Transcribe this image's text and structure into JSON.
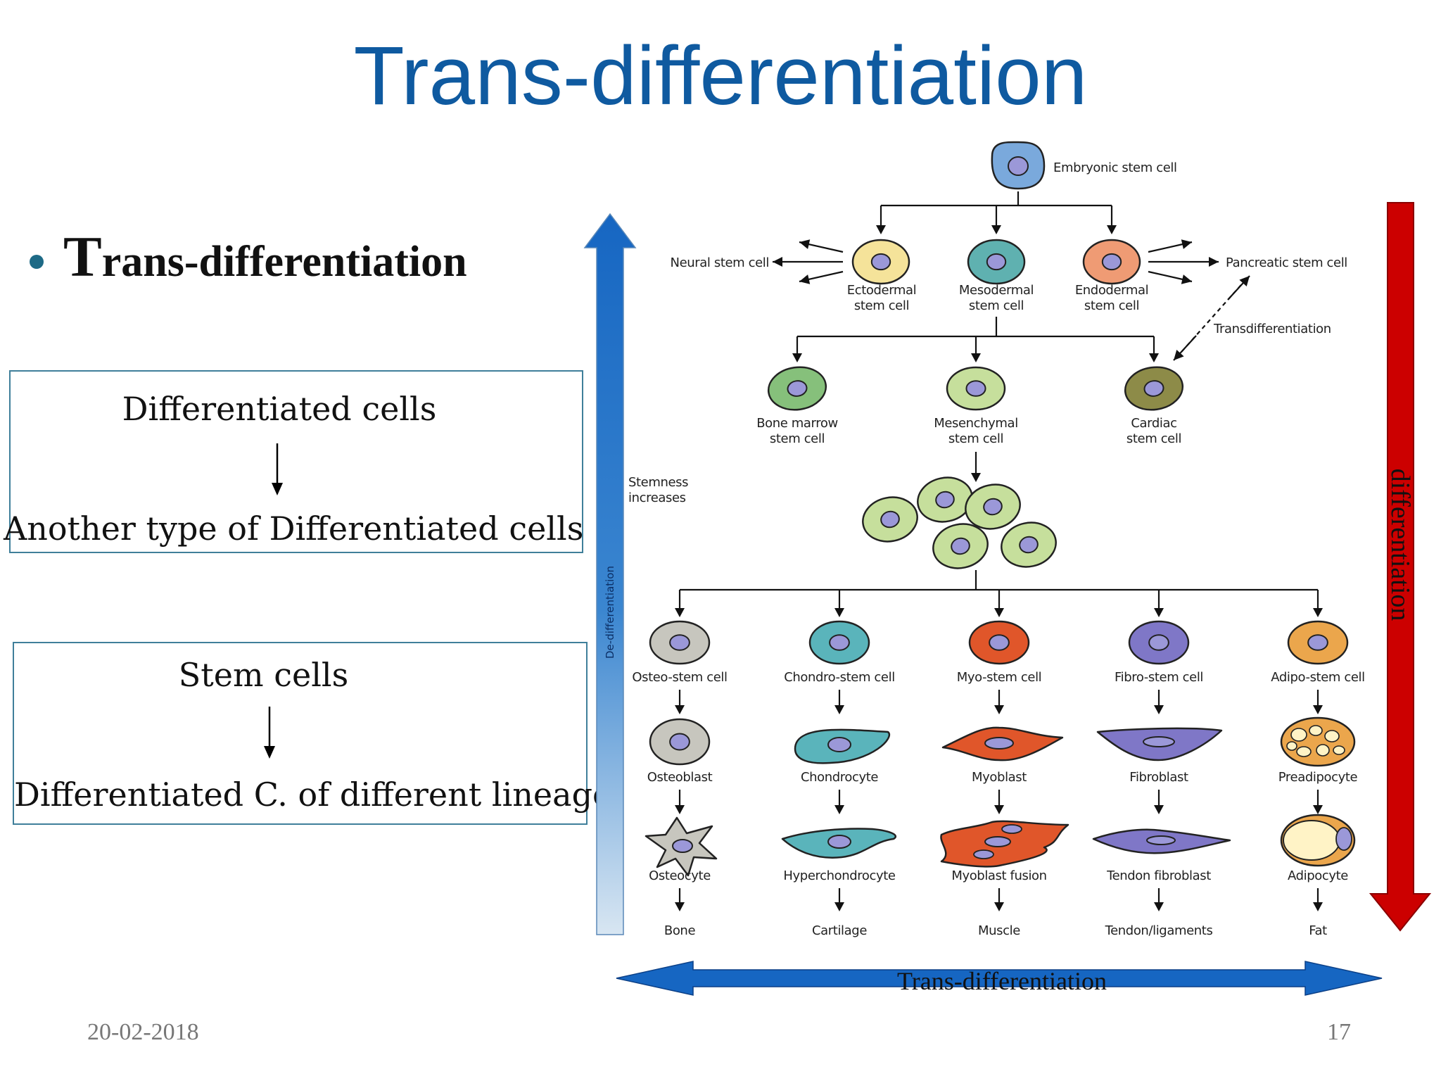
{
  "slide": {
    "title": "Trans-differentiation",
    "bullet": {
      "first_letter": "T",
      "rest": "rans-differentiation"
    },
    "box1": {
      "top": "Differentiated cells",
      "bottom": "Another type of Differentiated cells"
    },
    "box2": {
      "top": "Stem cells",
      "bottom": "Differentiated C. of different lineage"
    },
    "date": "20-02-2018",
    "page_number": "17"
  },
  "diagram": {
    "arrows": {
      "left_vertical": "De-differentiation",
      "right_vertical": "differentiation",
      "bottom_horizontal": "Trans-differentiation"
    },
    "stemness_label": [
      "Stemness",
      "increases"
    ],
    "transdiff_label": "Transdifferentiation",
    "top_cell": "Embryonic stem cell",
    "side_labels": {
      "left": "Neural stem cell",
      "right": "Pancreatic stem cell"
    },
    "level1": [
      {
        "lines": [
          "Ectodermal",
          "stem cell"
        ],
        "fill": "#f5e39a"
      },
      {
        "lines": [
          "Mesodermal",
          "stem cell"
        ],
        "fill": "#5fb1b0"
      },
      {
        "lines": [
          "Endodermal",
          "stem cell"
        ],
        "fill": "#ef9b74"
      }
    ],
    "level2": [
      {
        "lines": [
          "Bone marrow",
          "stem cell"
        ],
        "fill": "#86c07b"
      },
      {
        "lines": [
          "Mesenchymal",
          "stem cell"
        ],
        "fill": "#c6df9c"
      },
      {
        "lines": [
          "Cardiac",
          "stem cell"
        ],
        "fill": "#8d8b48"
      }
    ],
    "columns": [
      {
        "cells": [
          "Osteo-stem cell",
          "Osteoblast",
          "Osteocyte"
        ],
        "tissue": "Bone",
        "fill": "#c7c6be"
      },
      {
        "cells": [
          "Chondro-stem cell",
          "Chondrocyte",
          "Hyperchondrocyte"
        ],
        "tissue": "Cartilage",
        "fill": "#5ab4bb"
      },
      {
        "cells": [
          "Myo-stem cell",
          "Myoblast",
          "Myoblast fusion"
        ],
        "tissue": "Muscle",
        "fill": "#e0562a"
      },
      {
        "cells": [
          "Fibro-stem cell",
          "Fibroblast",
          "Tendon fibroblast"
        ],
        "tissue": "Tendon/ligaments",
        "fill": "#7f77c7"
      },
      {
        "cells": [
          "Adipo-stem cell",
          "Preadipocyte",
          "Adipocyte"
        ],
        "tissue": "Fat",
        "fill": "#eba64c"
      }
    ],
    "colors": {
      "blue_arrow": "#1666c2",
      "red_arrow": "#cc0000",
      "nucleus": "#9b98d8",
      "embryonic": "#7aa9dc",
      "cluster": "#c6df9c"
    }
  }
}
